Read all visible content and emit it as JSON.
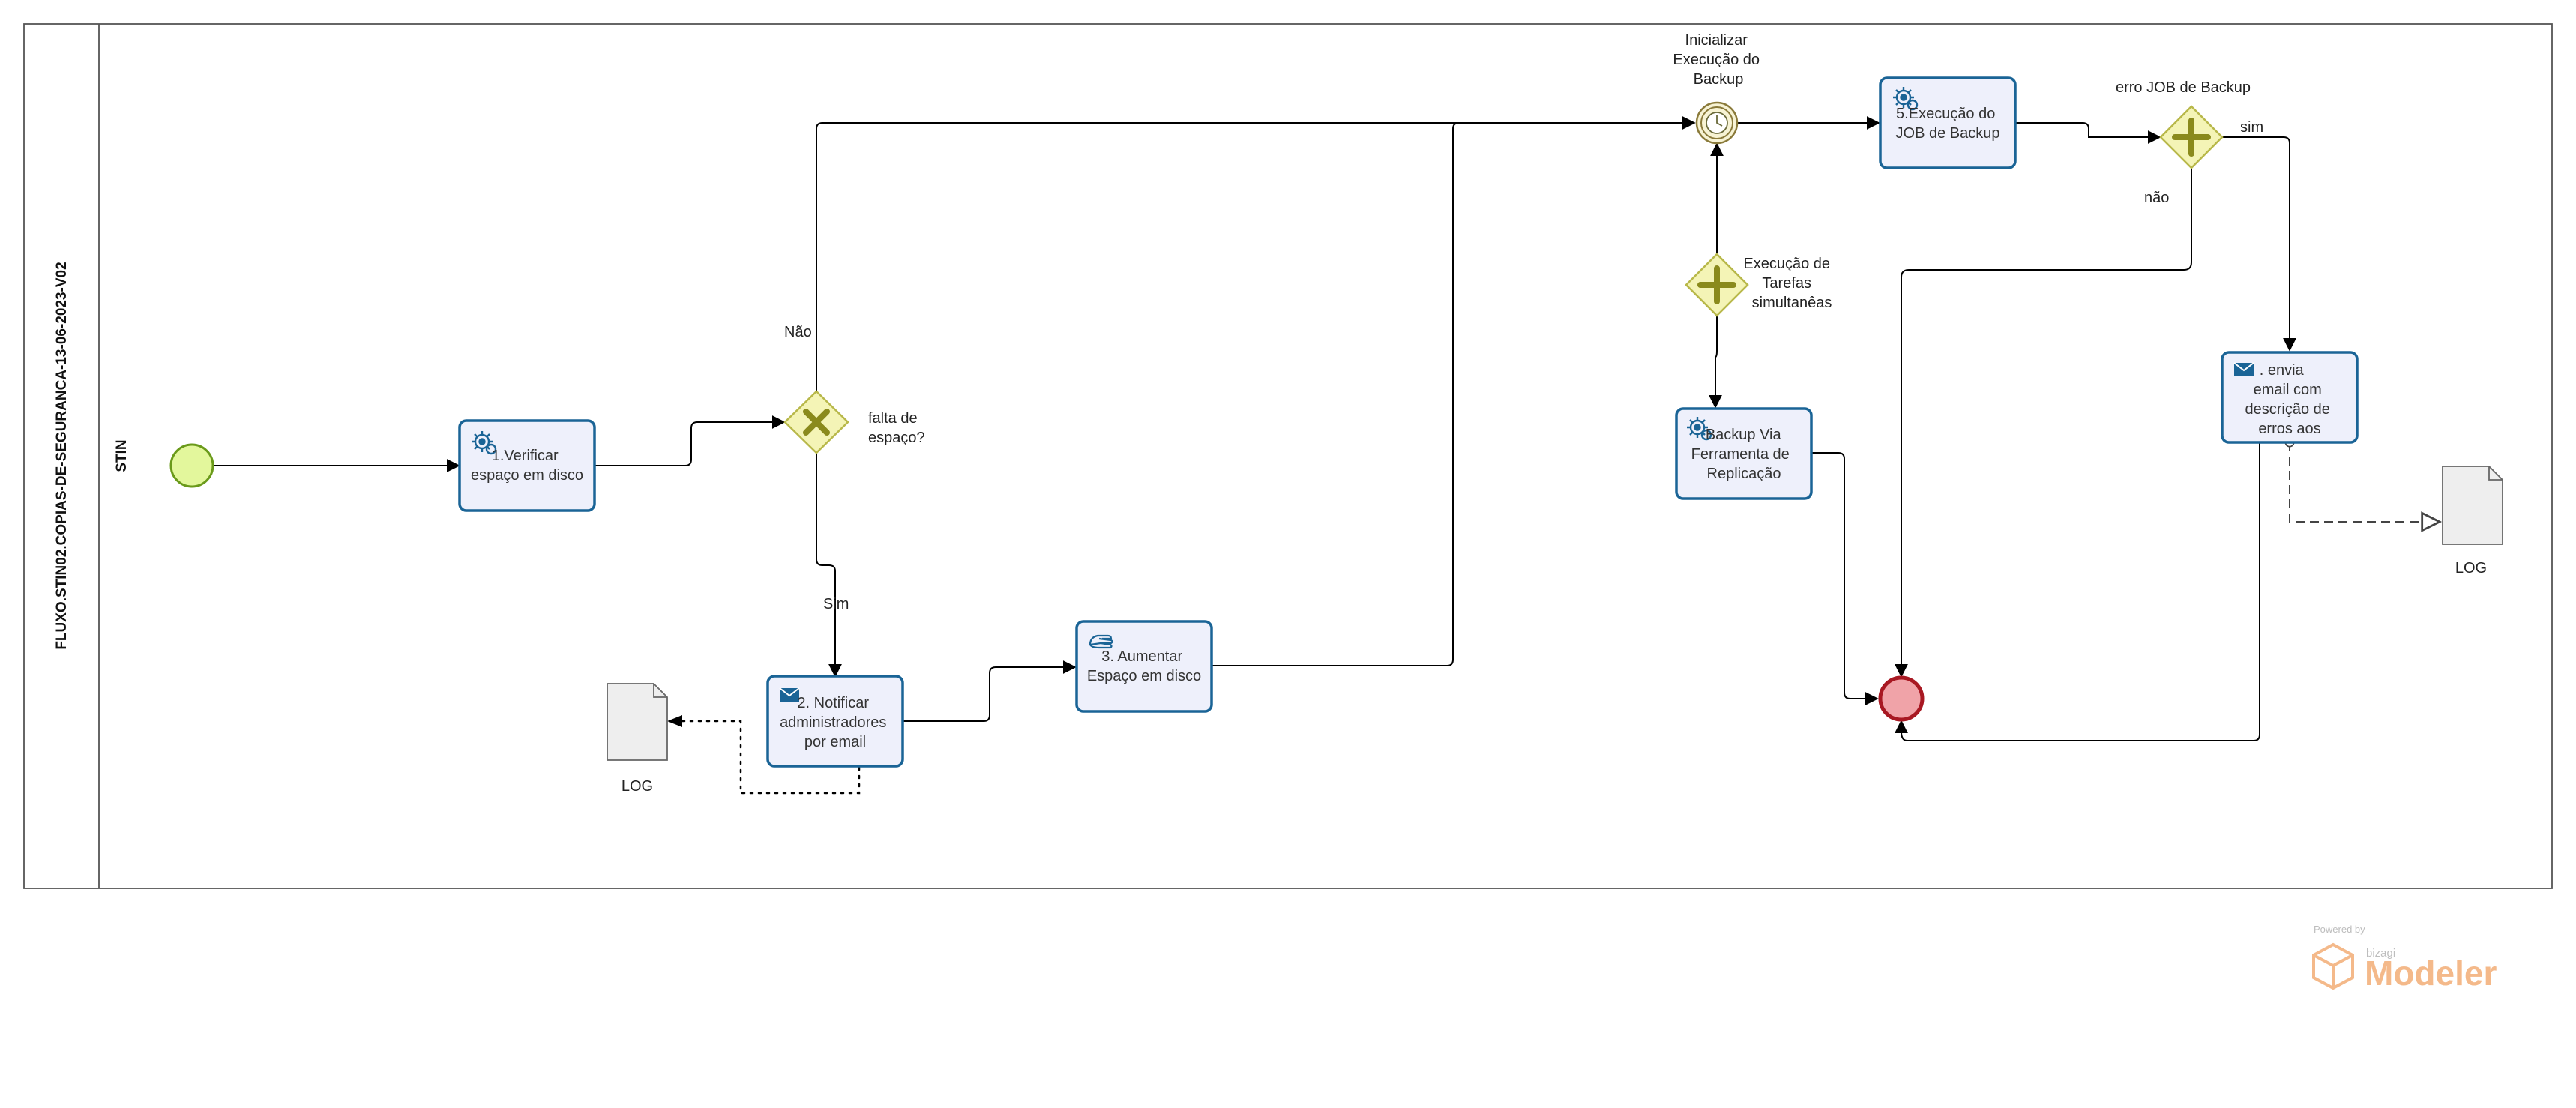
{
  "pool": {
    "title": "FLUXO.STIN02.COPIAS-DE-SEGURANCA-13-06-2023-V02"
  },
  "lane": {
    "title": "STIN"
  },
  "tasks": {
    "verificar": {
      "lines": [
        "1.Verificar",
        "espaço em disco"
      ],
      "type": "service"
    },
    "notificar": {
      "lines": [
        "2. Notificar",
        "administradores",
        "por email"
      ],
      "type": "send"
    },
    "aumentar": {
      "lines": [
        "3.  Aumentar",
        "Espaço em disco"
      ],
      "type": "manual"
    },
    "backup_via": {
      "lines": [
        "Backup Via",
        "Ferramenta de",
        "Replicação"
      ],
      "type": "service"
    },
    "execucao_job": {
      "lines": [
        "5.Execução do",
        "JOB de Backup"
      ],
      "type": "service"
    },
    "envia_email": {
      "lines": [
        ". envia",
        "email com",
        "descrição de",
        "erros aos"
      ],
      "type": "send"
    }
  },
  "gateways": {
    "falta_espaco": {
      "label_lines": [
        "falta de",
        "espaço?"
      ],
      "type": "exclusive"
    },
    "execucao_tarefas": {
      "label_lines": [
        "Execução de",
        "Tarefas",
        "simultanêas"
      ],
      "type": "parallel"
    },
    "erro_job": {
      "label": "erro JOB de Backup",
      "type": "parallel"
    }
  },
  "timer_event": {
    "label_lines": [
      "Inicializar",
      "Execução do",
      "Backup"
    ]
  },
  "flow_labels": {
    "nao": "Não",
    "sim": "Sim",
    "sim_lower": "sim",
    "nao_lower": "não"
  },
  "artifacts": {
    "log_left": "LOG",
    "log_right": "LOG"
  },
  "branding": {
    "powered_by": "Powered by",
    "brand": "bizagi",
    "product": "Modeler"
  },
  "colors": {
    "task_fill": "#eef0fb",
    "task_stroke": "#1a6496",
    "gateway_fill": "#f4f4b6",
    "gateway_stroke": "#b8b84a",
    "gateway_mark": "#8a8a1c",
    "start_fill": "#e3f79c",
    "start_stroke": "#6a9a1a",
    "end_fill": "#f0a3a8",
    "end_stroke": "#a81822",
    "timer_fill": "#f7f3d4",
    "timer_stroke": "#8a7a3a",
    "brand_orange": "#f4b98a"
  }
}
